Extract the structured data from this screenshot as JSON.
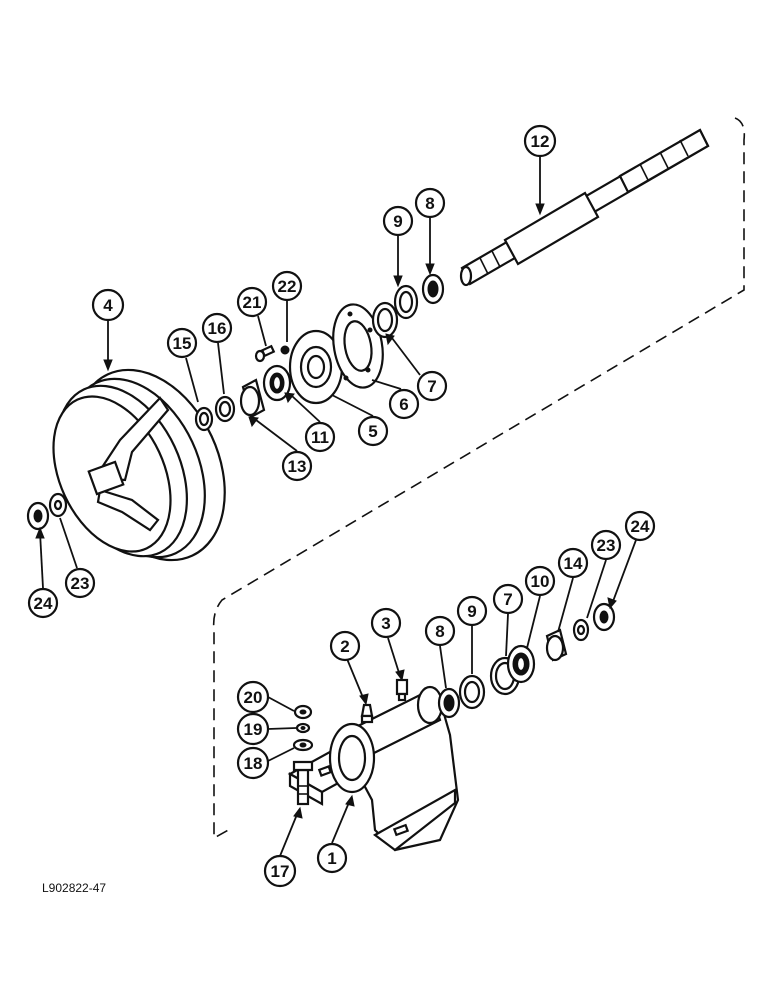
{
  "drawing_id": "L902822-47",
  "callouts": [
    {
      "id": "c12",
      "label": "12"
    },
    {
      "id": "c9a",
      "label": "9"
    },
    {
      "id": "c8a",
      "label": "8"
    },
    {
      "id": "c4",
      "label": "4"
    },
    {
      "id": "c21",
      "label": "21"
    },
    {
      "id": "c22",
      "label": "22"
    },
    {
      "id": "c15",
      "label": "15"
    },
    {
      "id": "c16",
      "label": "16"
    },
    {
      "id": "c7a",
      "label": "7"
    },
    {
      "id": "c6",
      "label": "6"
    },
    {
      "id": "c5",
      "label": "5"
    },
    {
      "id": "c11",
      "label": "11"
    },
    {
      "id": "c13",
      "label": "13"
    },
    {
      "id": "c24a",
      "label": "24"
    },
    {
      "id": "c23a",
      "label": "23"
    },
    {
      "id": "c24b",
      "label": "24"
    },
    {
      "id": "c23b",
      "label": "23"
    },
    {
      "id": "c14",
      "label": "14"
    },
    {
      "id": "c10",
      "label": "10"
    },
    {
      "id": "c7b",
      "label": "7"
    },
    {
      "id": "c9b",
      "label": "9"
    },
    {
      "id": "c8b",
      "label": "8"
    },
    {
      "id": "c3",
      "label": "3"
    },
    {
      "id": "c2",
      "label": "2"
    },
    {
      "id": "c20",
      "label": "20"
    },
    {
      "id": "c19",
      "label": "19"
    },
    {
      "id": "c18",
      "label": "18"
    },
    {
      "id": "c1",
      "label": "1"
    },
    {
      "id": "c17",
      "label": "17"
    }
  ]
}
